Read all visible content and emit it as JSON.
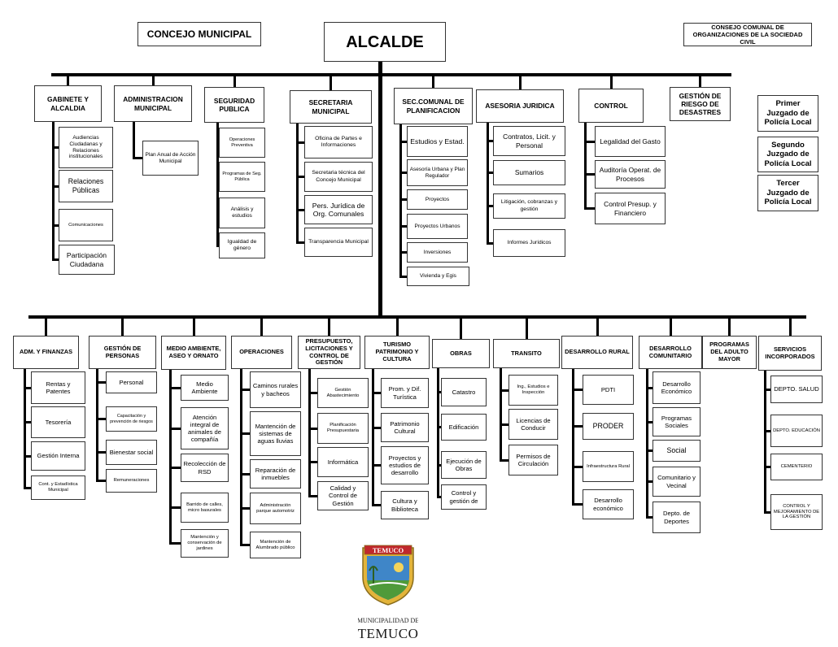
{
  "header": {
    "mayor": "ALCALDE",
    "council": "CONCEJO MUNICIPAL",
    "civil_council": "CONSEJO COMUNAL DE ORGANIZACIONES DE LA SOCIEDAD CIVIL"
  },
  "courts": [
    "Primer Juzgado de Policía Local",
    "Segundo Juzgado de Policía Local",
    "Tercer Juzgado de Policía Local"
  ],
  "upper_units": [
    {
      "title": "GABINETE Y ALCALDIA",
      "items": [
        "Audiencias Ciudadanas y Relaciones institucionales",
        "Relaciones Públicas",
        "Comunicaciones",
        "Participación Ciudadana"
      ]
    },
    {
      "title": "ADMINISTRACION MUNICIPAL",
      "items": [
        "Plan Anual de Acción Municipal"
      ]
    },
    {
      "title": "SEGURIDAD PUBLICA",
      "items": [
        "Operaciones Preventiva",
        "Programas de Seg. Pública",
        "Análisis y estudios",
        "Igualdad de género"
      ]
    },
    {
      "title": "SECRETARIA MUNICIPAL",
      "items": [
        "Oficina de Partes e Informaciones",
        "Secretaria técnica del Concejo Municipal",
        "Pers. Jurídica de Org. Comunales",
        "Transparencia Municipal"
      ]
    },
    {
      "title": "SEC.COMUNAL DE PLANIFICACION",
      "items": [
        "Estudios y Estad.",
        "Asesoría Urbana y Plan Regulador",
        "Proyectos",
        "Proyectos Urbanos",
        "Inversiones",
        "Vivienda y Egis"
      ]
    },
    {
      "title": "ASESORIA JURIDICA",
      "items": [
        "Contratos, Licit. y Personal",
        "Sumarios",
        "Litigación, cobranzas y gestión",
        "Informes Jurídicos"
      ]
    },
    {
      "title": "CONTROL",
      "items": [
        "Legalidad del Gasto",
        "Auditoría Operat. de Procesos",
        "Control Presup. y Financiero"
      ]
    },
    {
      "title": "GESTIÓN DE RIESGO DE DESASTRES",
      "items": []
    }
  ],
  "lower_units": [
    {
      "title": "ADM. Y FINANZAS",
      "items": [
        "Rentas y Patentes",
        "Tesorería",
        "Gestión Interna",
        "Cont. y Estadística Municipal"
      ]
    },
    {
      "title": "GESTIÓN DE PERSONAS",
      "items": [
        "Personal",
        "Capacitación y prevención de riesgos",
        "Bienestar social",
        "Remuneraciones"
      ]
    },
    {
      "title": "MEDIO AMBIENTE, ASEO Y ORNATO",
      "items": [
        "Medio Ambiente",
        "Atención integral de animales de compañía",
        "Recolección de RSD",
        "Barrido de calles, micro basurales",
        "Mantención y conservación de jardines"
      ]
    },
    {
      "title": "OPERACIONES",
      "items": [
        "Caminos rurales y bacheos",
        "Mantención de sistemas de aguas lluvias",
        "Reparación de inmuebles",
        "Administración parque automotriz",
        "Mantención de Alumbrado público"
      ]
    },
    {
      "title": "PRESUPUESTO, LICITACIONES Y CONTROL DE GESTIÓN",
      "items": [
        "Gestión Abastecimiento",
        "Planificación Presupuestaria",
        "Informática",
        "Calidad y Control de Gestión"
      ]
    },
    {
      "title": "TURISMO PATRIMONIO Y CULTURA",
      "items": [
        "Prom. y Dif. Turística",
        "Patrimonio Cultural",
        "Proyectos y estudios de desarrollo",
        "Cultura y Biblioteca"
      ]
    },
    {
      "title": "OBRAS",
      "items": [
        "Catastro",
        "Edificación",
        "Ejecución de Obras",
        "Control y gestión de"
      ]
    },
    {
      "title": "TRANSITO",
      "items": [
        "Ing., Estudios e Inspección",
        "Licencias de Conducir",
        "Permisos de Circulación"
      ]
    },
    {
      "title": "DESARROLLO RURAL",
      "items": [
        "PDTI",
        "PRODER",
        "Infraestructura Rural",
        "Desarrollo económico"
      ]
    },
    {
      "title": "DESARROLLO COMUNITARIO",
      "items": [
        "Desarrollo Económico",
        "Programas Sociales",
        "Social",
        "Comunitario y Vecinal",
        "Depto. de Deportes"
      ]
    },
    {
      "title": "PROGRAMAS DEL ADULTO MAYOR",
      "items": []
    },
    {
      "title": "SERVICIOS INCORPORADOS",
      "items": [
        "DEPTO. SALUD",
        "DEPTO. EDUCACIÓN",
        "CEMENTERIO",
        "CONTROL Y MEJORAMIENTO DE LA GESTIÓN"
      ]
    }
  ],
  "logo": {
    "banner": "TEMUCO",
    "caption_line1": "MUNICIPALIDAD DE",
    "caption_line2": "TEMUCO",
    "colors": {
      "shield_red": "#c0282d",
      "shield_gold": "#e3b43a",
      "sky": "#3f86c8",
      "field": "#4f9a3a"
    }
  }
}
